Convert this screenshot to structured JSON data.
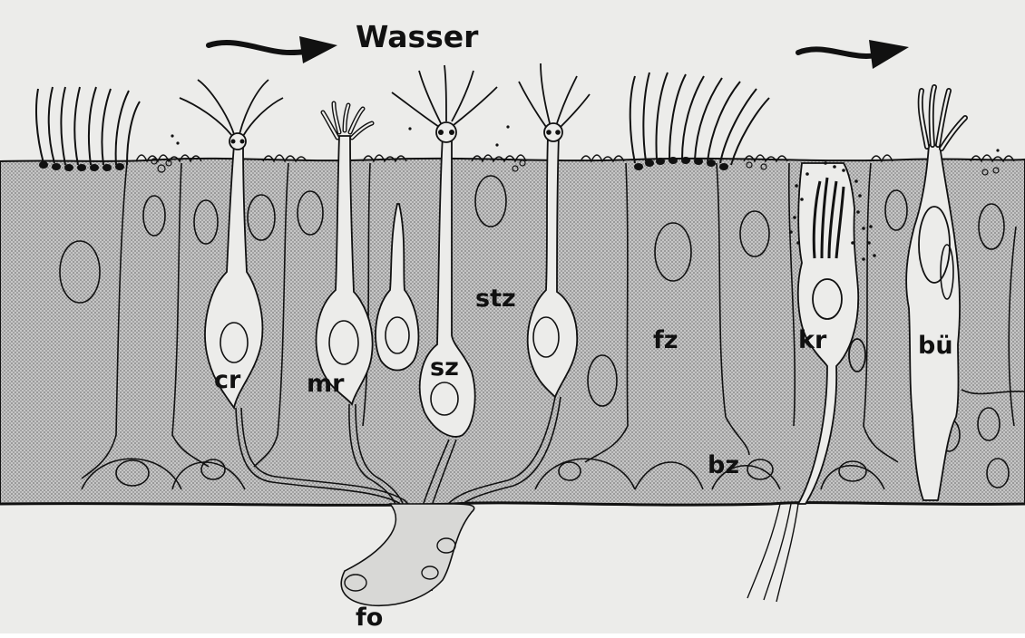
{
  "diagram": {
    "flow_label": "Wasser",
    "labels": {
      "cr": "cr",
      "mr": "mr",
      "sz": "sz",
      "stz": "stz",
      "fz": "fz",
      "kr": "kr",
      "bu": "bü",
      "bz": "bz",
      "fo": "fo"
    }
  },
  "colors": {
    "paper": "#ececea",
    "epithelium": "#bdbdbd",
    "ink": "#111111",
    "cell_light": "#ececea"
  }
}
